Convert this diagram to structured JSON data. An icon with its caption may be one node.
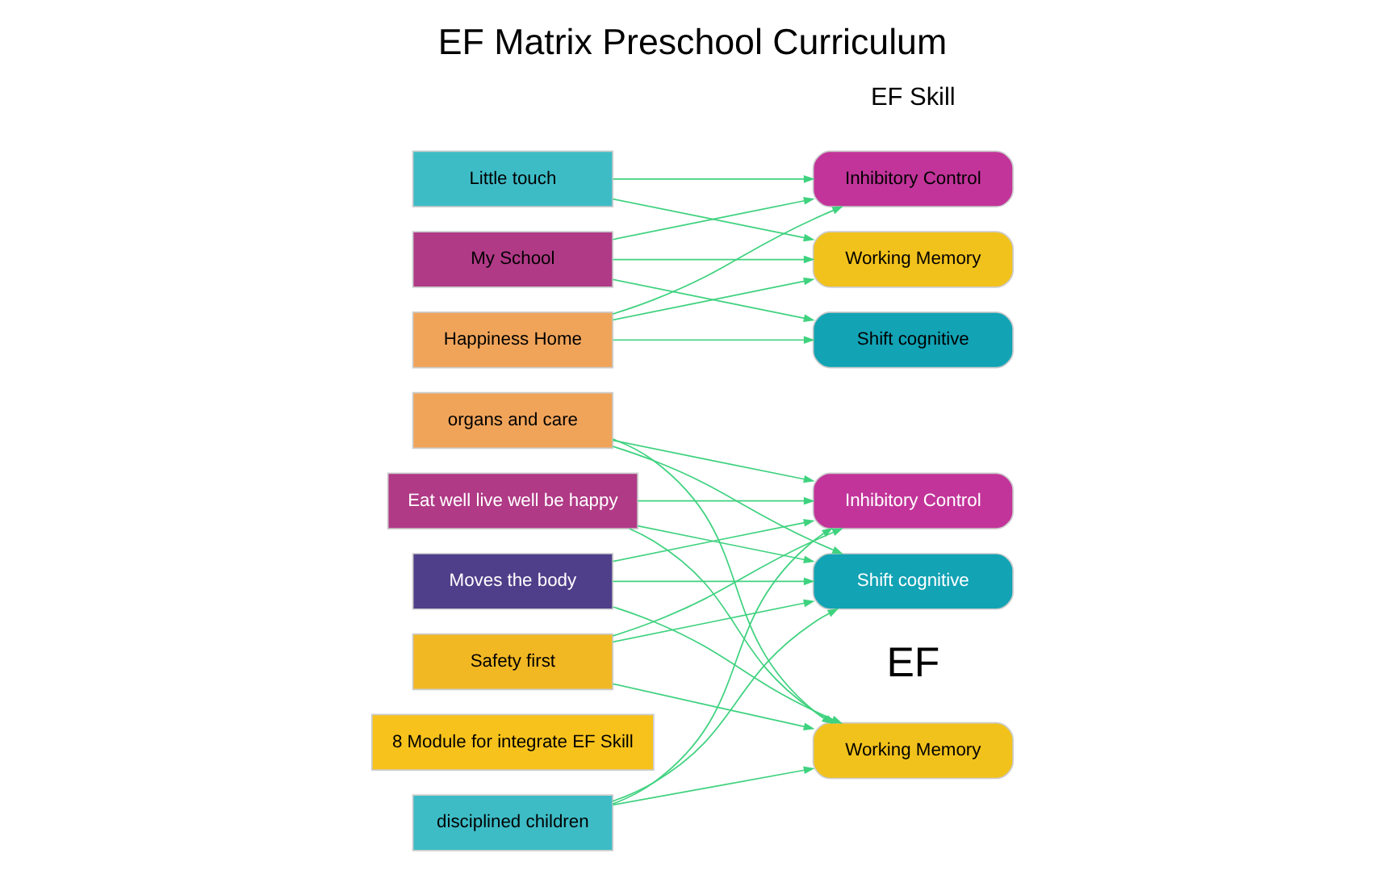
{
  "diagram": {
    "title": "EF Matrix Preschool Curriculum",
    "nodes": [
      {
        "text": [
          "8 Module for integrate EF Skill"
        ]
      },
      {
        "text": [
          "disciplined children"
        ]
      },
      {
        "text": [
          "organs and care"
        ]
      },
      {
        "text": [
          "Eat well live well be happy"
        ]
      },
      {
        "text": [
          "Moves the body"
        ]
      },
      {
        "text": [
          "Safety first"
        ]
      },
      {
        "text": [
          "Working Memory"
        ]
      },
      {
        "text": [
          "Inhibitory Control"
        ]
      },
      {
        "text": [
          "Shift cognitive"
        ]
      },
      {
        "text": [
          "Little touch"
        ]
      },
      {
        "text": [
          "Happiness Home"
        ]
      },
      {
        "text": [
          "My School"
        ]
      },
      {
        "text": [
          "Working Memory"
        ]
      },
      {
        "text": [
          "Inhibitory Control"
        ]
      },
      {
        "text": [
          "Shift cognitive"
        ]
      }
    ],
    "edges": [
      {
        "from": 1,
        "to": 6,
        "arrow": "to"
      },
      {
        "from": 1,
        "to": 7,
        "arrow": "to"
      },
      {
        "from": 1,
        "to": 8,
        "arrow": "to"
      },
      {
        "from": 2,
        "to": 6,
        "arrow": "to"
      },
      {
        "from": 2,
        "to": 7,
        "arrow": "to"
      },
      {
        "from": 2,
        "to": 8,
        "arrow": "to"
      },
      {
        "from": 3,
        "to": 6,
        "arrow": "to"
      },
      {
        "from": 3,
        "to": 7,
        "arrow": "to"
      },
      {
        "from": 3,
        "to": 8,
        "arrow": "to"
      },
      {
        "from": 4,
        "to": 6,
        "arrow": "to"
      },
      {
        "from": 4,
        "to": 7,
        "arrow": "to"
      },
      {
        "from": 4,
        "to": 8,
        "arrow": "to"
      },
      {
        "from": 5,
        "to": 6,
        "arrow": "to"
      },
      {
        "from": 5,
        "to": 7,
        "arrow": "to"
      },
      {
        "from": 5,
        "to": 8,
        "arrow": "to"
      },
      {
        "from": 9,
        "to": 12,
        "arrow": "to"
      },
      {
        "from": 9,
        "to": 13,
        "arrow": "to"
      },
      {
        "from": 10,
        "to": 12,
        "arrow": "to"
      },
      {
        "from": 10,
        "to": 13,
        "arrow": "to"
      },
      {
        "from": 10,
        "to": 14,
        "arrow": "to"
      },
      {
        "from": 11,
        "to": 12,
        "arrow": "to"
      },
      {
        "from": 11,
        "to": 13,
        "arrow": "to"
      },
      {
        "from": 11,
        "to": 14,
        "arrow": "to"
      }
    ],
    "labels": [
      "EF",
      "EF Skill"
    ]
  }
}
